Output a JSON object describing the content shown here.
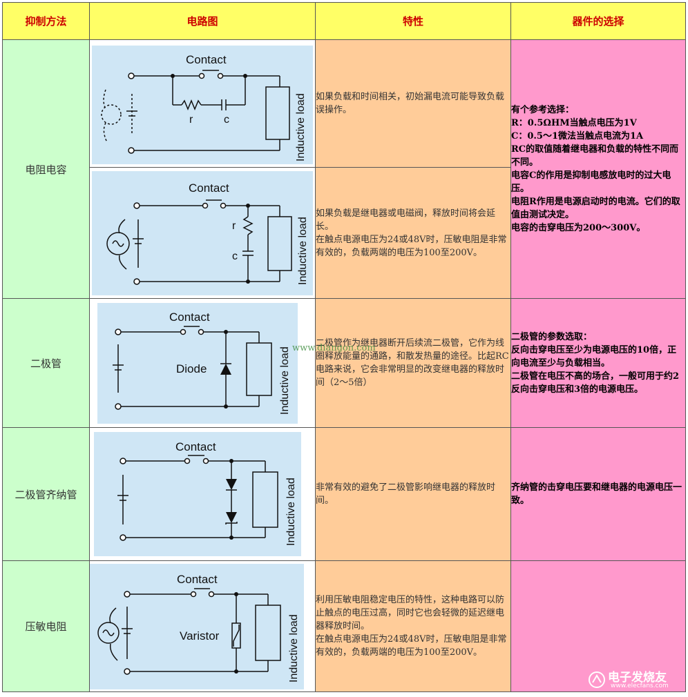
{
  "headers": {
    "method": "抑制方法",
    "circuit": "电路图",
    "feature": "特性",
    "selection": "器件的选择"
  },
  "methods": {
    "rc": "电阻电容",
    "diode": "二极管",
    "zener": "二极管齐纳管",
    "varistor": "压敏电阻"
  },
  "labels": {
    "contact": "Contact",
    "load": "Inductive load",
    "r": "r",
    "c": "c",
    "diode": "Diode",
    "varistor": "Varistor"
  },
  "features": {
    "rc1": "如果负载和时间相关，初始漏电流可能导致负载误操作。",
    "rc2a": "如果负载是继电器或电磁阀，释放时间将会延长。",
    "rc2b": "在触点电源电压为24或48V时，压敏电阻是非常有效的，负载两端的电压为100至200V。",
    "diode": "二极管作为继电器断开后续流二极管，它作为线圈释放能量的通路，和散发热量的途径。比起RC电路来说，它会非常明显的改变继电器的释放时间（2～5倍）",
    "zener": "非常有效的避免了二极管影响继电器的释放时间。",
    "varistor_a": "利用压敏电阻稳定电压的特性，这种电路可以防止触点的电压过高，同时它也会轻微的延迟继电器释放时间。",
    "varistor_b": "在触点电源电压为24或48V时，压敏电阻是非常有效的，负载两端的电压为100至200V。"
  },
  "selections": {
    "rc": [
      "有个参考选择：",
      "R：0.5ΩHM当触点电压为1V",
      "C：0.5～1微法当触点电流为1A",
      "RC的取值随着继电器和负载的特性不同而不同。",
      "电容C的作用是抑制电感放电时的过大电压。",
      "电阻R作用是电源启动时的电流。它们的取值由测试决定。",
      "电容的击穿电压为200～300V。"
    ],
    "diode": [
      "二极管的参数选取：",
      "反向击穿电压至少为电源电压的10倍，正向电流至少与负载相当。",
      "二极管在电压不高的场合，一般可用于约2反向击穿电压和3倍的电源电压。"
    ],
    "zener": "齐纳管的击穿电压要和继电器的电源电压一致。"
  },
  "watermark": "www.diangon.com",
  "logo": {
    "name": "电子发烧友",
    "url": "www.elecfans.com"
  }
}
